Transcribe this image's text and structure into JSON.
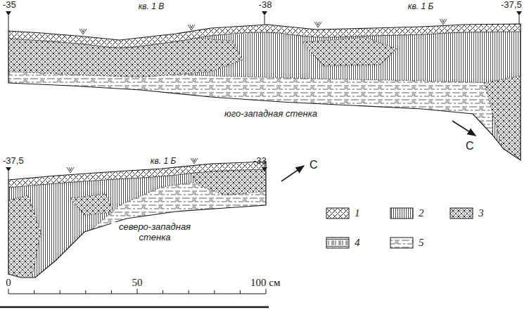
{
  "diagram": {
    "labels": [
      "-35",
      "кв. 1 В",
      "-38",
      "кв. 1 Б",
      "-37,5",
      "юго-западная стенка",
      "С",
      "-37,5",
      "кв. 1 Б",
      "-33",
      "северо-западная стенка",
      "С",
      "0",
      "50",
      "100 см"
    ],
    "legend": [
      {
        "text": "1"
      },
      {
        "text": "2"
      },
      {
        "text": "3"
      },
      {
        "text": "4"
      },
      {
        "text": "5"
      }
    ]
  }
}
